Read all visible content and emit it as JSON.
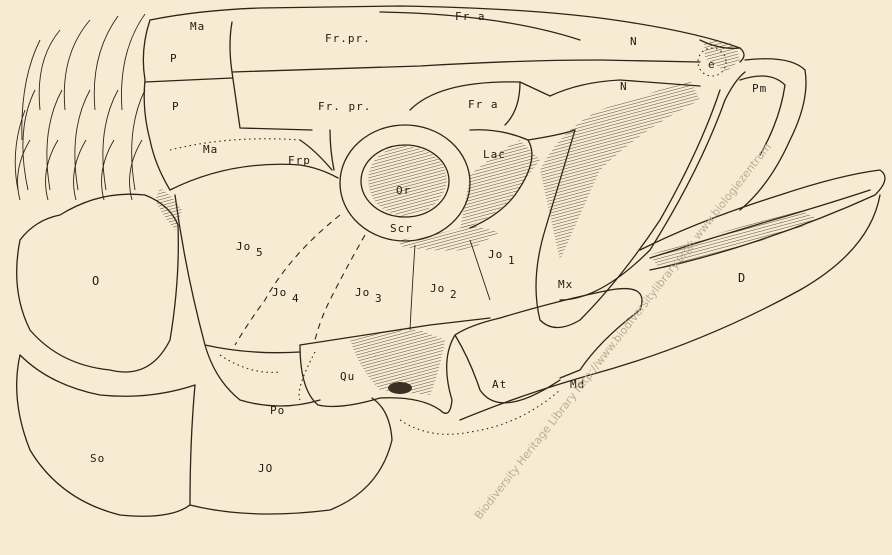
{
  "labels": {
    "Ma_top": "Ma",
    "Fra_top": "Fr a",
    "P_upper": "P",
    "Frpr_upper": "Fr.pr.",
    "N_upper": "N",
    "e": "e",
    "N_lower": "N",
    "Pm": "Pm",
    "P_lower": "P",
    "Frpr_lower": "Fr. pr.",
    "Fra_lower": "Fr a",
    "Ma_lower": "Ma",
    "Frp": "Frp",
    "Lac": "Lac",
    "Or": "Or",
    "Scr": "Scr",
    "O": "O",
    "Jo5": "Jo",
    "Jo5_sub": "5",
    "Jo4": "Jo",
    "Jo4_sub": "4",
    "Jo3": "Jo",
    "Jo3_sub": "3",
    "Jo2": "Jo",
    "Jo2_sub": "2",
    "Jo1": "Jo",
    "Jo1_sub": "1",
    "Mx": "Mx",
    "D": "D",
    "Qu": "Qu",
    "At": "At",
    "Md": "Md",
    "Po": "Po",
    "So": "So",
    "JO": "JO"
  },
  "watermark": "Biodiversity Heritage Library http://www.biodiversitylibrary.org/; www.biologiezentrum",
  "colors": {
    "paper": "#f7ecd3",
    "ink": "#2b2418"
  }
}
